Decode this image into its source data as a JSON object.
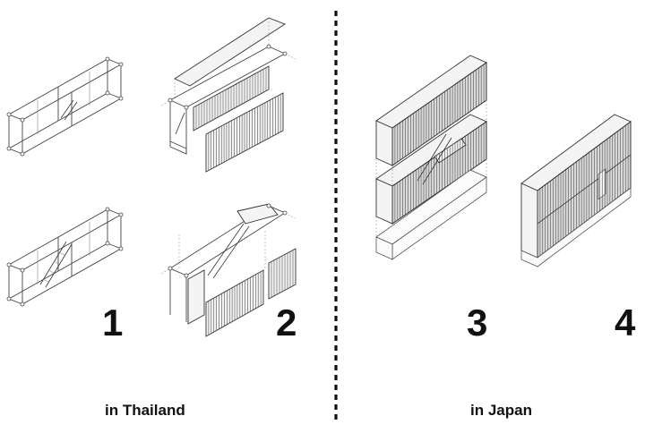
{
  "steps": [
    {
      "number": "1"
    },
    {
      "number": "2"
    },
    {
      "number": "3"
    },
    {
      "number": "4"
    }
  ],
  "captions": {
    "left": "in Thailand",
    "right": "in Japan"
  },
  "colors": {
    "line": "#444444",
    "text": "#111111",
    "divider": "#111111"
  }
}
